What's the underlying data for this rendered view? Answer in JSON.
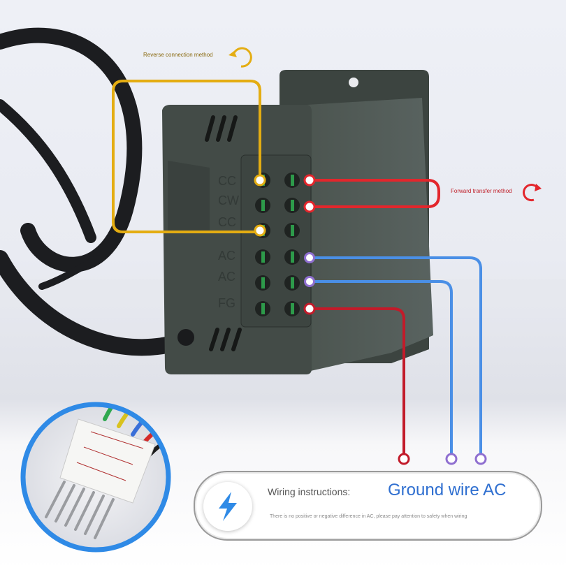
{
  "labels": {
    "reverse_connection": "Reverse connection method",
    "forward_transfer": "Forward transfer method"
  },
  "controller_markings": {
    "terminals": [
      "CC",
      "CW",
      "CC",
      "AC",
      "AC",
      "FG"
    ]
  },
  "instructions": {
    "title": "Wiring instructions:",
    "heading": "Ground wire AC",
    "note": "There is no positive or negative difference in AC, please pay attention to safety when wiring",
    "icon": "lightning-bolt-icon"
  },
  "colors": {
    "reverse_line": "#e4ad12",
    "forward_line": "#e3262c",
    "ac_line": "#4a8fe6",
    "ground_line": "#c21b2a",
    "ac_dot": "#8f6fd0",
    "heading_blue": "#2f6fd0",
    "inset_ring": "#2f8ae6"
  }
}
